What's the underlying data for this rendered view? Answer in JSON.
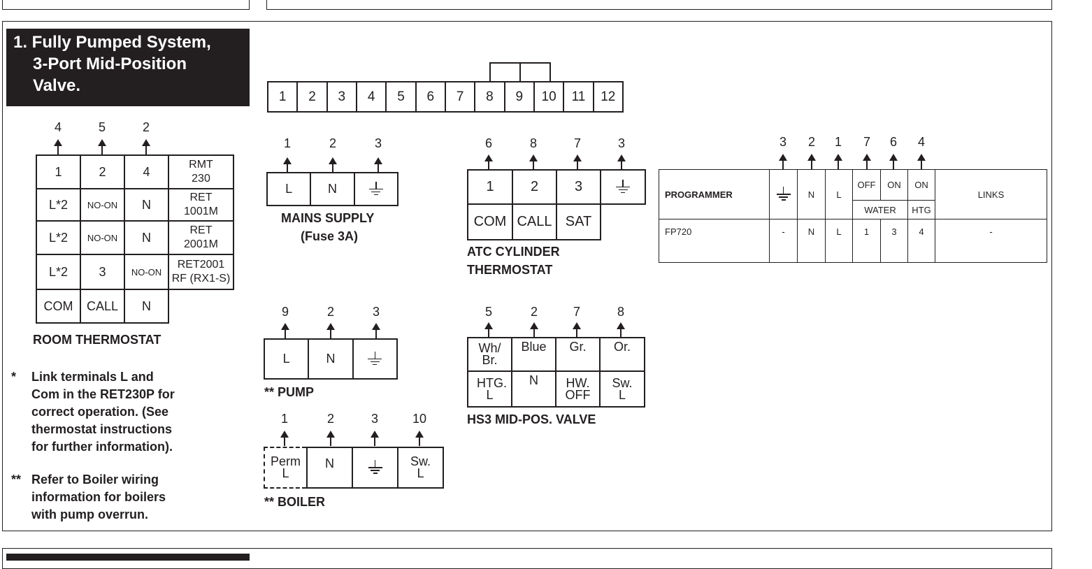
{
  "title": {
    "line1": "1. Fully Pumped System,",
    "line2": "3-Port Mid-Position",
    "line3": "Valve."
  },
  "terminal_strip": [
    "1",
    "2",
    "3",
    "4",
    "5",
    "6",
    "7",
    "8",
    "9",
    "10",
    "11",
    "12"
  ],
  "room_thermostat": {
    "arrows": [
      "4",
      "5",
      "2"
    ],
    "rows": [
      [
        "1",
        "2",
        "4",
        "RMT 230"
      ],
      [
        "L*2",
        "NO-ON",
        "N",
        "RET 1001M"
      ],
      [
        "L*2",
        "NO-ON",
        "N",
        "RET 2001M"
      ],
      [
        "L*2",
        "3",
        "NO-ON",
        "RET2001 RF (RX1-S)"
      ],
      [
        "COM",
        "CALL",
        "N",
        ""
      ]
    ],
    "caption": "ROOM THERMOSTAT"
  },
  "mains_supply": {
    "arrows": [
      "1",
      "2",
      "3"
    ],
    "cells": [
      "L",
      "N",
      "earth"
    ],
    "caption1": "MAINS SUPPLY",
    "caption2": "(Fuse 3A)"
  },
  "cylinder_thermostat": {
    "arrows": [
      "6",
      "8",
      "7",
      "3"
    ],
    "top": [
      "1",
      "2",
      "3",
      "earth"
    ],
    "bottom": [
      "COM",
      "CALL",
      "SAT"
    ],
    "caption1": "ATC CYLINDER",
    "caption2": "THERMOSTAT"
  },
  "pump": {
    "arrows": [
      "9",
      "2",
      "3"
    ],
    "cells": [
      "L",
      "N",
      "earth"
    ],
    "caption": "** PUMP"
  },
  "valve": {
    "arrows": [
      "5",
      "2",
      "7",
      "8"
    ],
    "top": [
      "Wh/ Br.",
      "Blue",
      "Gr.",
      "Or."
    ],
    "bottom": [
      "HTG. L",
      "N",
      "HW. OFF",
      "Sw. L"
    ],
    "caption": "HS3 MID-POS. VALVE"
  },
  "boiler": {
    "arrows": [
      "1",
      "2",
      "3",
      "10"
    ],
    "cells": [
      "Perm L",
      "N",
      "earth",
      "Sw. L"
    ],
    "caption": "** BOILER"
  },
  "programmer": {
    "arrows": [
      "3",
      "2",
      "1",
      "7",
      "6",
      "4"
    ],
    "header": [
      "PROGRAMMER",
      "earth",
      "N",
      "L",
      "OFF",
      "ON",
      "ON",
      "LINKS"
    ],
    "subheader": [
      "WATER",
      "HTG"
    ],
    "row": [
      "FP720",
      "-",
      "N",
      "L",
      "1",
      "3",
      "4",
      "-"
    ]
  },
  "notes": {
    "n1_mark": "*",
    "n1": [
      "Link terminals L and",
      "Com in the RET230P for",
      "correct operation. (See",
      "thermostat instructions",
      "for further information)."
    ],
    "n2_mark": "**",
    "n2": [
      "Refer to Boiler wiring",
      "information for boilers",
      "with pump overrun."
    ]
  }
}
